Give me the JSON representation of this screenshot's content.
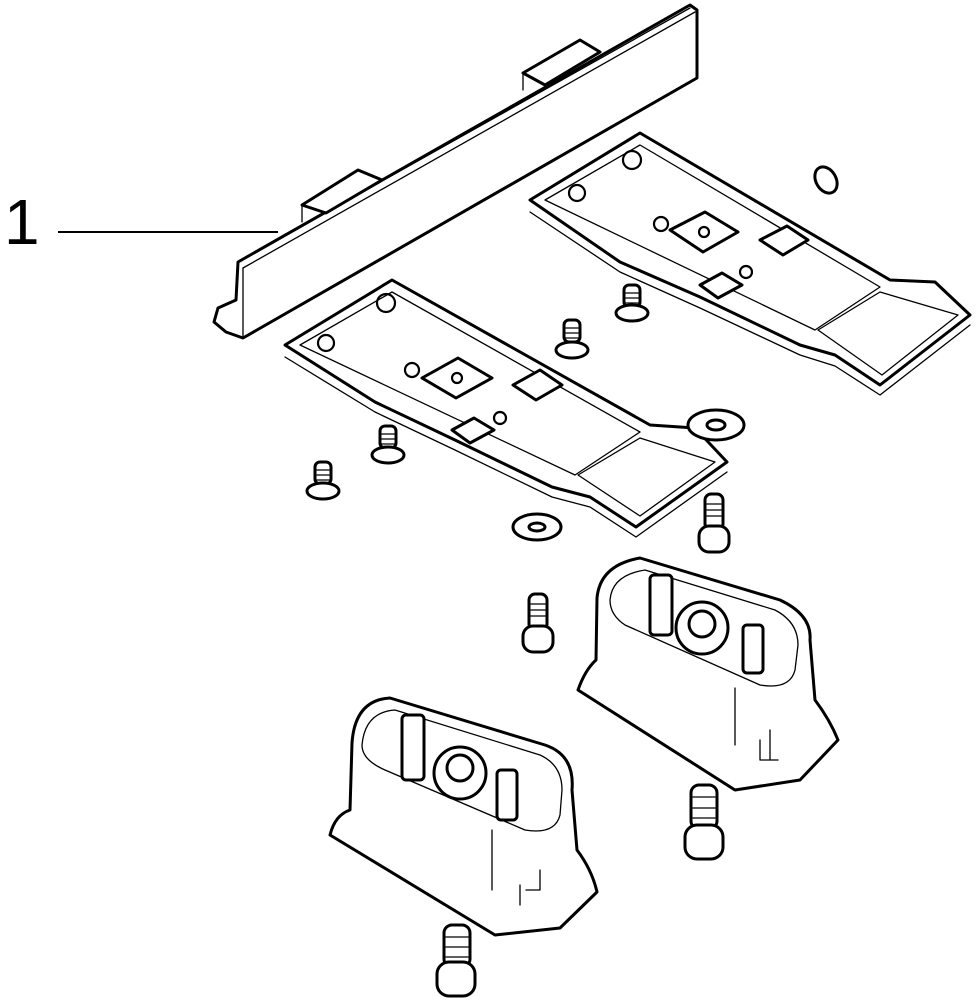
{
  "diagram": {
    "type": "exploded-parts-view",
    "callouts": [
      {
        "label": "1",
        "target": "cover-strip"
      }
    ],
    "parts": [
      {
        "name": "cover-strip",
        "count": 1
      },
      {
        "name": "mounting-plate",
        "count": 2
      },
      {
        "name": "countersunk-screw",
        "count": 4
      },
      {
        "name": "flat-washer",
        "count": 2
      },
      {
        "name": "o-ring",
        "count": 1
      },
      {
        "name": "socket-head-screw",
        "count": 4
      },
      {
        "name": "housing-block",
        "count": 2
      }
    ],
    "colors": {
      "line": "#000000",
      "background": "#ffffff"
    }
  }
}
